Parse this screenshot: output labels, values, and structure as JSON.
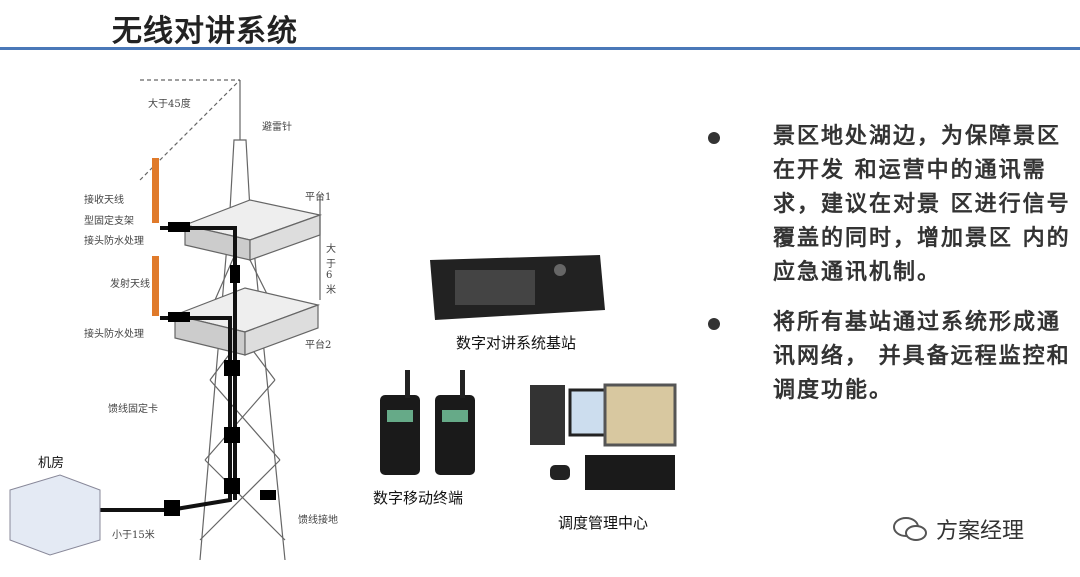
{
  "title": "无线对讲系统",
  "diagram_labels": {
    "angle": "大于45度",
    "lightning_rod": "避雷针",
    "rx_antenna": "接收天线",
    "bracket": "型固定支架",
    "waterproof1": "接头防水处理",
    "platform1": "平台1",
    "height": "大于6米",
    "tx_antenna": "发射天线",
    "waterproof2": "接头防水处理",
    "platform2": "平台2",
    "feeder_clamp": "馈线固定卡",
    "machine_room": "机房",
    "distance": "小于15米",
    "grounding": "馈线接地"
  },
  "captions": {
    "base_station": "数字对讲系统基站",
    "terminal": "数字移动终端",
    "dispatch": "调度管理中心"
  },
  "bullets": [
    "景区地处湖边，为保障景区在开发 和运营中的通讯需求，建议在对景 区进行信号覆盖的同时，增加景区 内的应急通讯机制。",
    "将所有基站通过系统形成通讯网络， 并具备远程监控和调度功能。"
  ],
  "watermark": "方案经理"
}
